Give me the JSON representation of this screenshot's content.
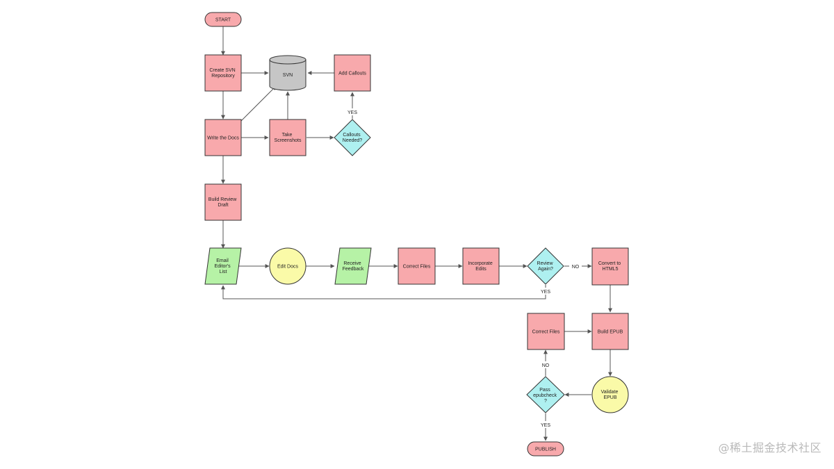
{
  "colors": {
    "process": "#f8a9ac",
    "terminal": "#f8a9ac",
    "database": "#c6c6c6",
    "decision": "#aef0f0",
    "io": "#b6f2a6",
    "event": "#fafaa8",
    "stroke": "#333333",
    "edge": "#555555"
  },
  "nodes": {
    "start": "START",
    "create_svn": [
      "Create SVN",
      "Repository"
    ],
    "svn": "SVN",
    "add_callouts": "Add Callouts",
    "write_docs": "Write the Docs",
    "take_screenshots": [
      "Take",
      "Screenshots"
    ],
    "callouts_needed": [
      "Callouts",
      "Needed?"
    ],
    "build_review": [
      "Build Review",
      "Draft"
    ],
    "email_list": [
      "Email",
      "Editor's",
      "List"
    ],
    "edit_docs": "Edit Docs",
    "receive_feedback": [
      "Receive",
      "Feedback"
    ],
    "correct_files_1": "Correct Files",
    "incorporate_edits": [
      "Incorporate",
      "Edits"
    ],
    "review_again": [
      "Review",
      "Again?"
    ],
    "convert_html5": [
      "Convert to",
      "HTML5"
    ],
    "correct_files_2": "Correct Files",
    "build_epub": "Build EPUB",
    "pass_epubcheck": [
      "Pass",
      "epubcheck",
      "?"
    ],
    "validate_epub": [
      "Validate",
      "EPUB"
    ],
    "publish": "PUBLISH"
  },
  "edge_labels": {
    "callouts_yes": "YES",
    "review_no": "NO",
    "review_yes": "YES",
    "epubcheck_no": "NO",
    "epubcheck_yes": "YES"
  },
  "watermark": "@稀土掘金技术社区"
}
